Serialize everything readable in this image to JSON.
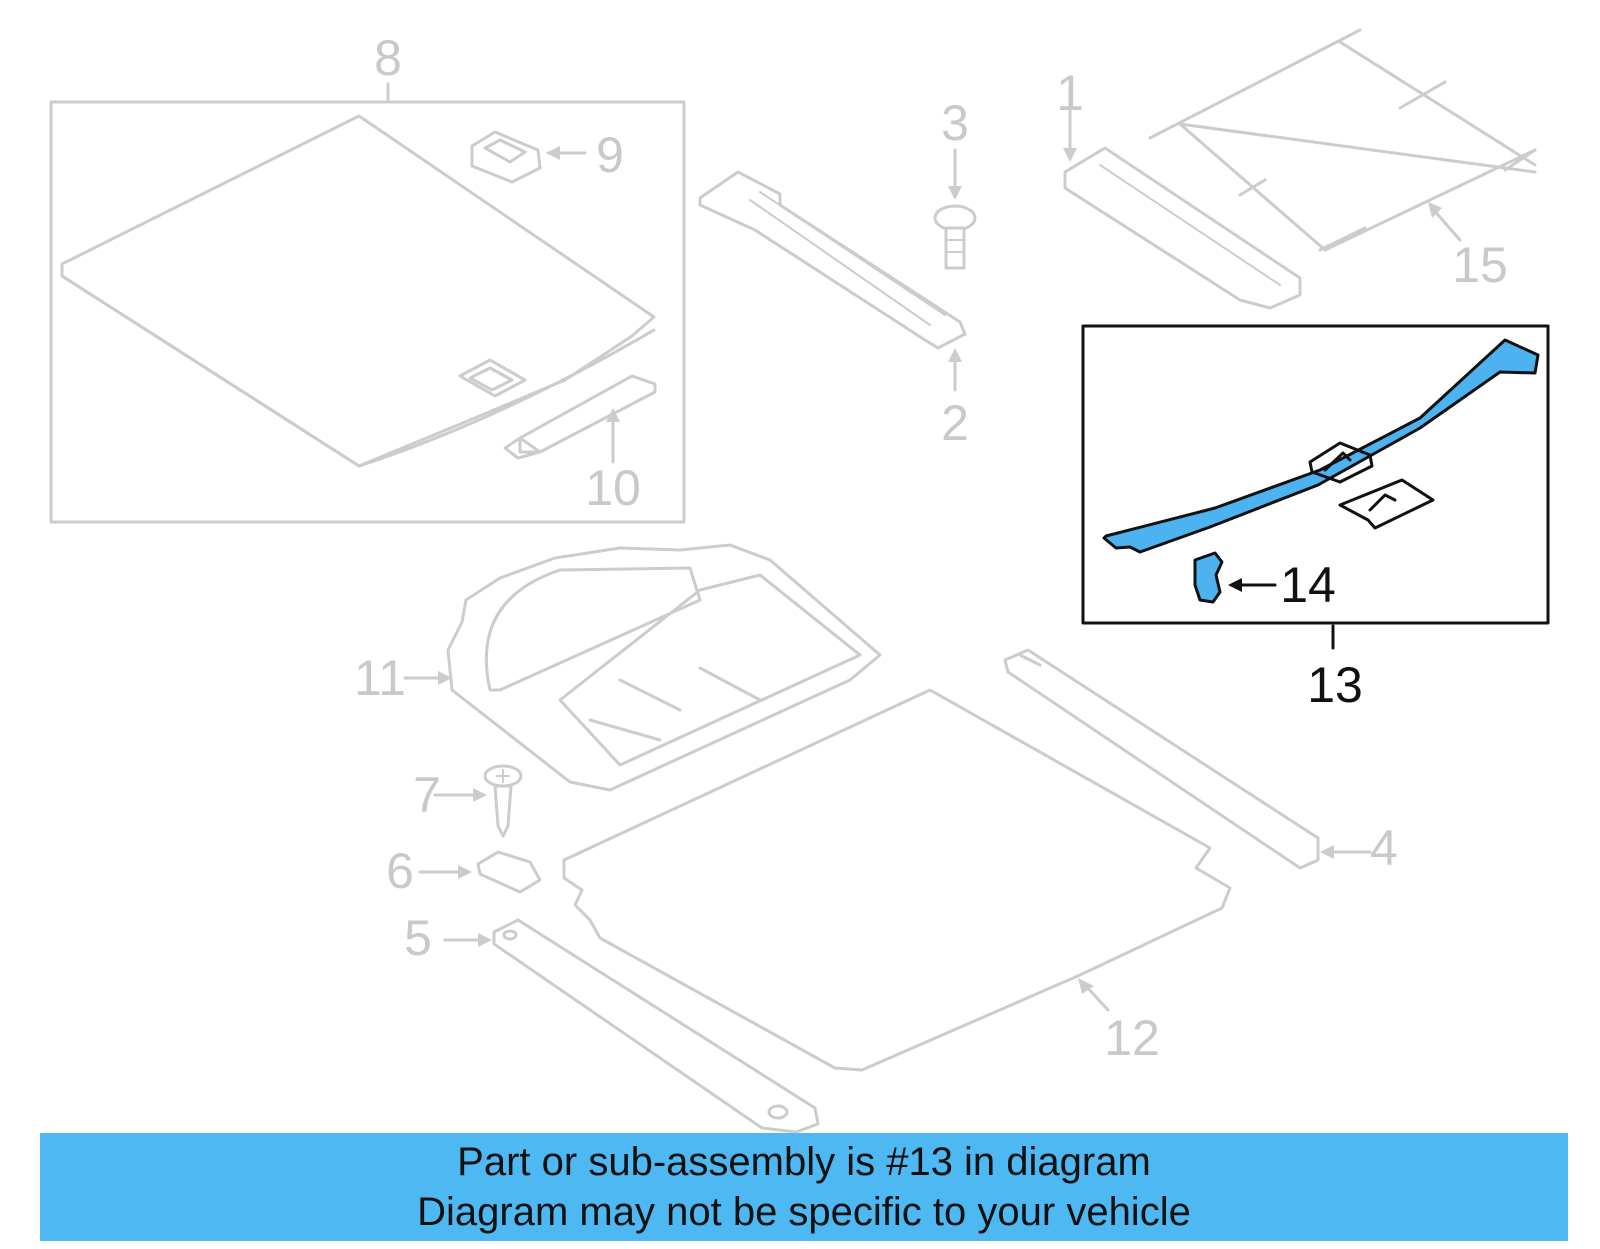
{
  "colors": {
    "banner": "#4db8f2",
    "highlight_part": "#4db3f0",
    "inactive_part": "#cccccc",
    "active_outline": "#111111"
  },
  "callouts": {
    "c1": "1",
    "c2": "2",
    "c3": "3",
    "c4": "4",
    "c5": "5",
    "c6": "6",
    "c7": "7",
    "c8": "8",
    "c9": "9",
    "c10": "10",
    "c11": "11",
    "c12": "12",
    "c13": "13",
    "c14": "14",
    "c15": "15"
  },
  "banner": {
    "line1": "Part or sub-assembly is #13 in diagram",
    "line2": "Diagram may not be specific to your vehicle"
  }
}
